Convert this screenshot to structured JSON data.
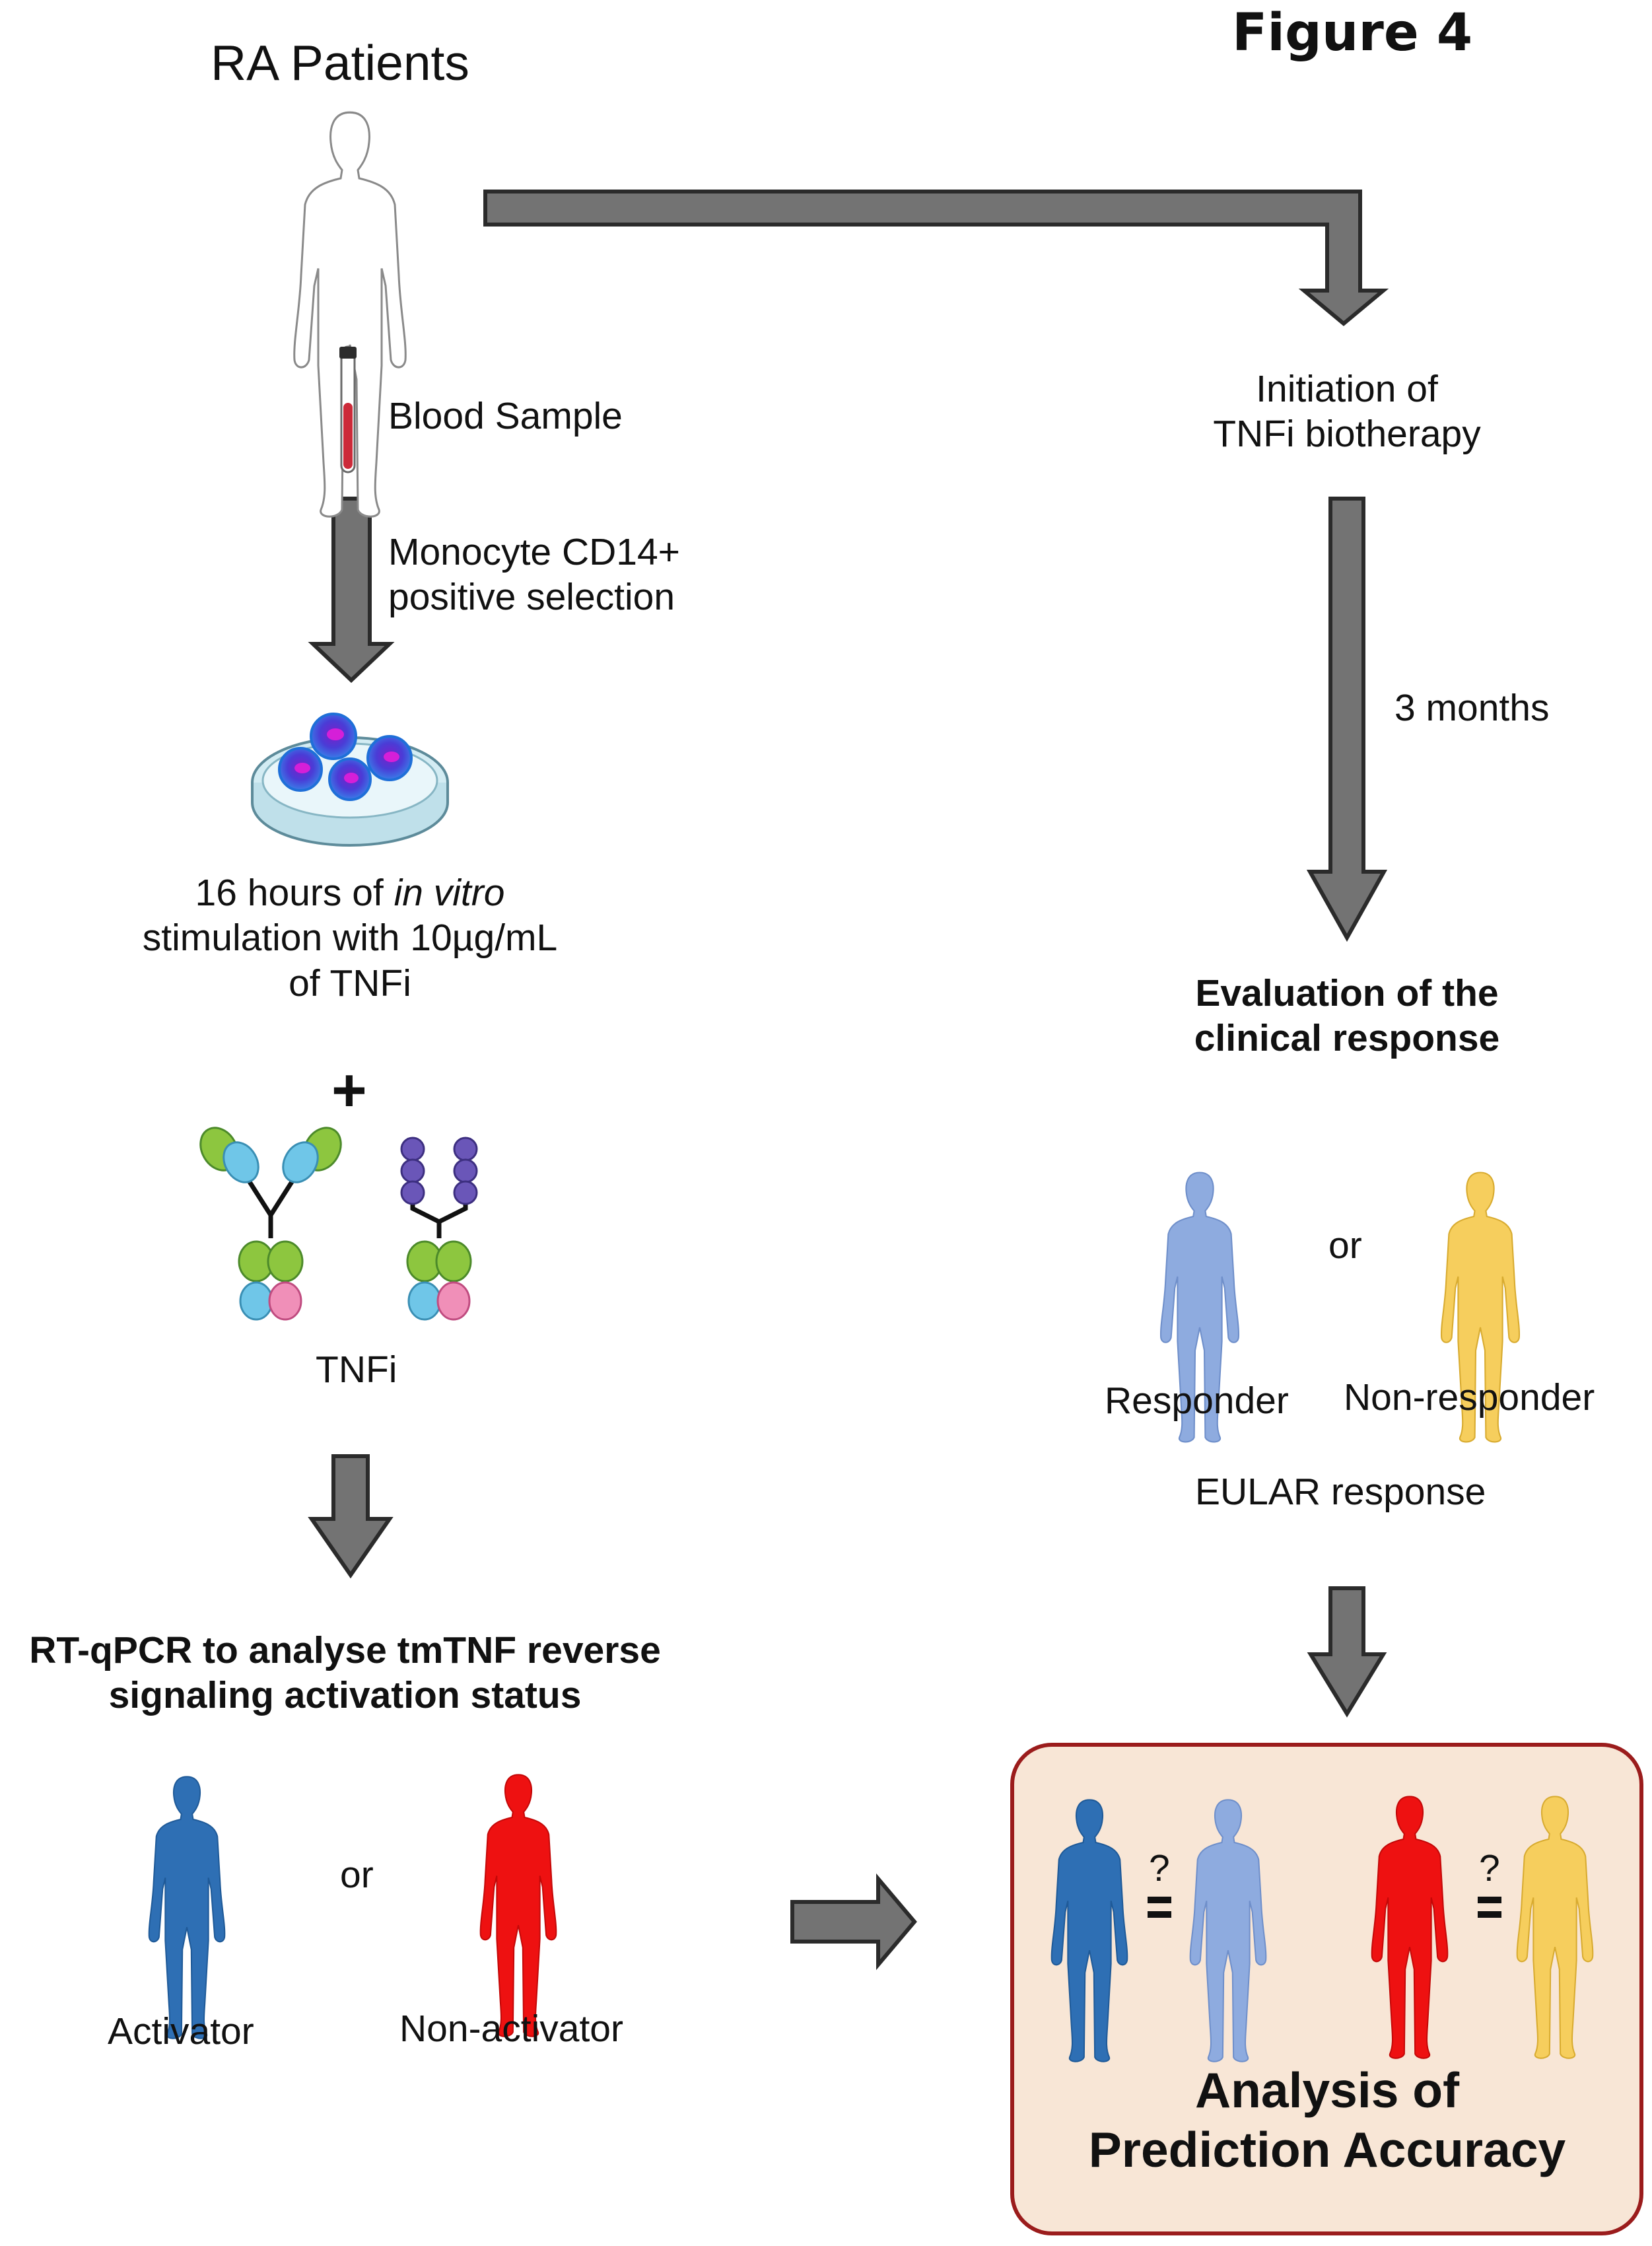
{
  "figure_label": "Figure 4",
  "left": {
    "title": "RA Patients",
    "blood_sample": "Blood Sample",
    "selection_line1": "Monocyte CD14+",
    "selection_line2": "positive selection",
    "stim_line1_a": "16 hours of ",
    "stim_line1_b": "in vitro",
    "stim_line2": "stimulation with 10µg/mL",
    "stim_line3": "of TNFi",
    "plus": "+",
    "tnfi_label": "TNFi",
    "rtqpcr_line1": "RT-qPCR to analyse tmTNF reverse",
    "rtqpcr_line2": "signaling activation status",
    "or": "or",
    "activator": "Activator",
    "non_activator": "Non-activator"
  },
  "right": {
    "initiation_line1": "Initiation of",
    "initiation_line2": "TNFi biotherapy",
    "months": "3 months",
    "evaluation_line1": "Evaluation of the",
    "evaluation_line2": "clinical response",
    "or": "or",
    "responder": "Responder",
    "non_responder": "Non-responder",
    "eular": "EULAR response",
    "analysis_line1": "Analysis of",
    "analysis_line2": "Prediction Accuracy",
    "q1": "?",
    "q2": "?"
  },
  "colors": {
    "activator": "#2e6fb4",
    "responder": "#8eabdf",
    "non_activator": "#ee1111",
    "non_responder": "#f6ce5d",
    "arrow": "#737373",
    "box_fill": "#f8e6d6",
    "box_border": "#9b1c1c",
    "blood": "#cc2a39"
  }
}
